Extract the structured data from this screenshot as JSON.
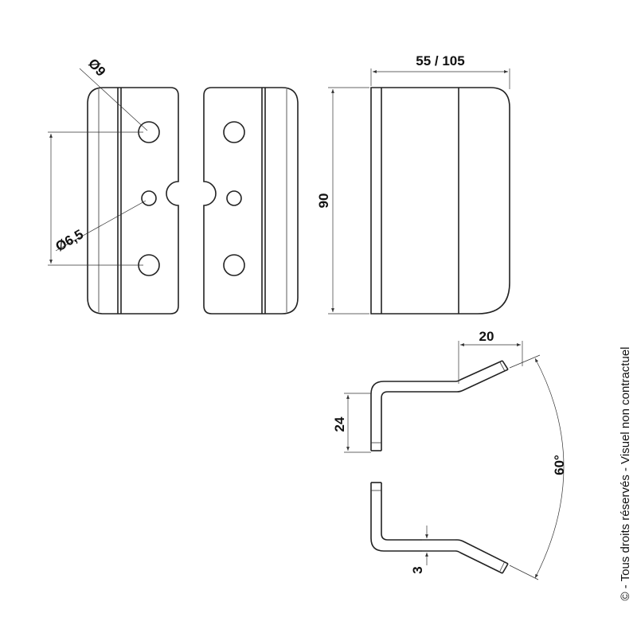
{
  "dimensions": {
    "hole_large": "Ø9",
    "hole_small": "Ø6,5",
    "width": "55 / 105",
    "height": "90",
    "flange": "20",
    "leg": "24",
    "thickness": "3",
    "angle": "60°"
  },
  "copyright": "© - Tous droits réservés - Visuel non contractuel",
  "colors": {
    "stroke": "#222222",
    "text": "#111111",
    "background": "#ffffff"
  }
}
